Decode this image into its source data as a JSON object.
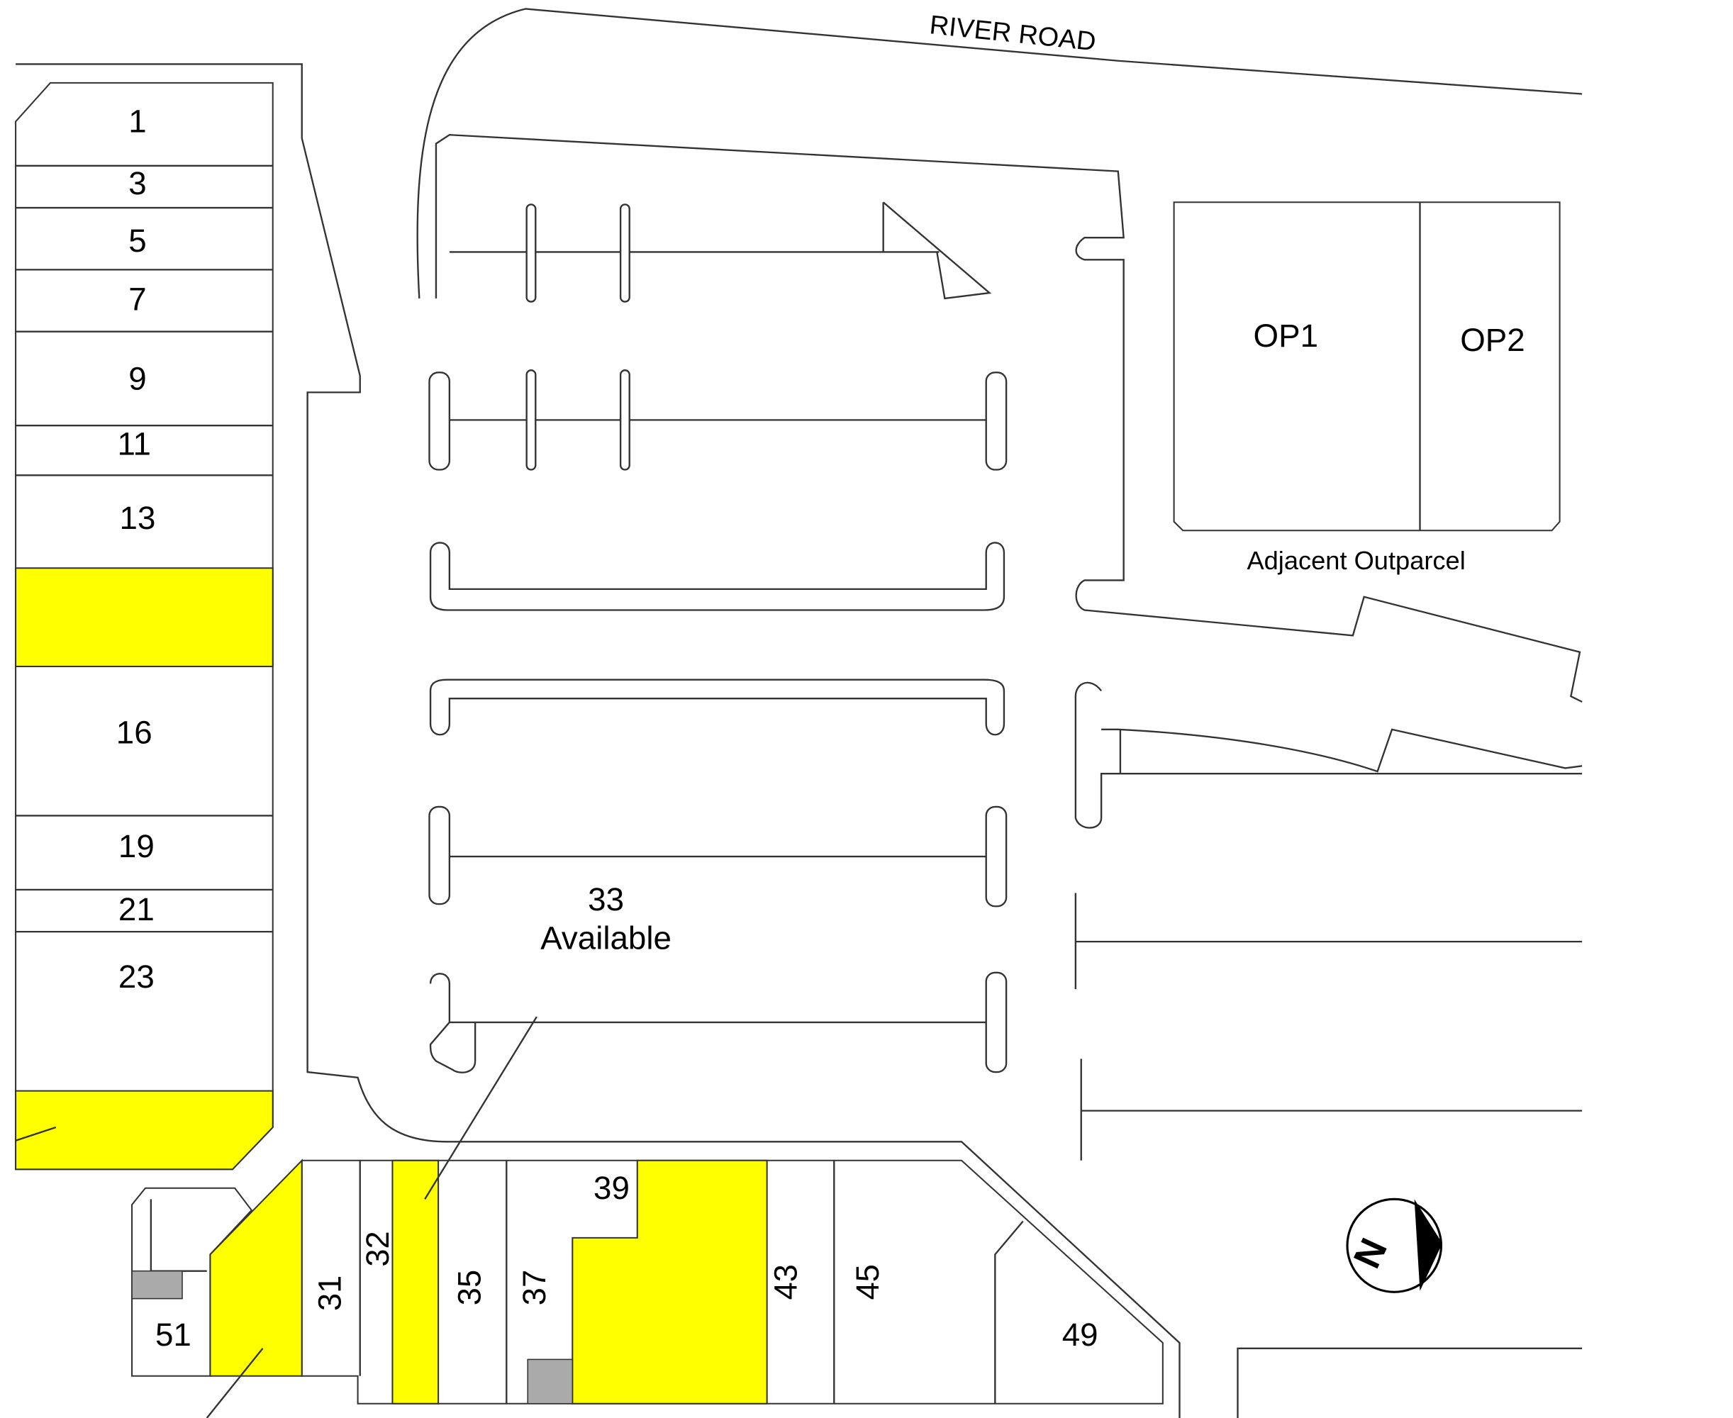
{
  "title": "Site Plan",
  "road": {
    "name": "RIVER ROAD"
  },
  "colors": {
    "available": "#ffff00",
    "line": "#333333"
  },
  "left_units": [
    "1",
    "3",
    "5",
    "7",
    "9",
    "11",
    "13",
    "16",
    "19",
    "21",
    "23"
  ],
  "bottom_units": [
    "31",
    "32",
    "35",
    "37",
    "39",
    "43",
    "45",
    "49",
    "51"
  ],
  "available_unit": {
    "number": "33",
    "status": "Available"
  },
  "outparcels": {
    "op1": "OP1",
    "op2": "OP2",
    "caption": "Adjacent Outparcel"
  },
  "compass": {
    "label": "N",
    "icon": "north-arrow-icon"
  }
}
